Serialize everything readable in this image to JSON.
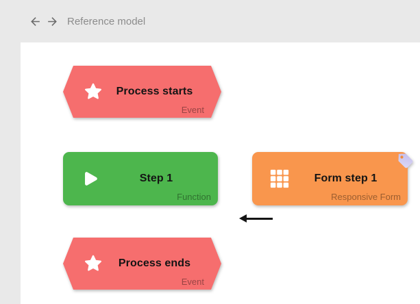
{
  "header": {
    "title": "Reference model"
  },
  "canvas": {
    "nodes": [
      {
        "id": "process-starts",
        "label": "Process starts",
        "type_label": "Event",
        "shape": "hexagon",
        "icon": "star-icon",
        "fill": "#f66e6e"
      },
      {
        "id": "step-1",
        "label": "Step 1",
        "type_label": "Function",
        "shape": "rounded-rectangle",
        "icon": "play-icon",
        "fill": "#4db64d"
      },
      {
        "id": "form-step-1",
        "label": "Form step 1",
        "type_label": "Responsive Form",
        "shape": "rounded-rectangle",
        "icon": "grid-icon",
        "badge": "tag-icon",
        "fill": "#f9964d"
      },
      {
        "id": "process-ends",
        "label": "Process ends",
        "type_label": "Event",
        "shape": "hexagon",
        "icon": "star-icon",
        "fill": "#f66e6e"
      }
    ],
    "connections": [
      {
        "from": "process-starts",
        "to": "step-1",
        "direction": "down"
      },
      {
        "from": "step-1",
        "to": "process-ends",
        "direction": "down"
      },
      {
        "from": "form-step-1",
        "to": "step-1",
        "direction": "left"
      }
    ]
  },
  "colors": {
    "background": "#e9e9e9",
    "canvas": "#ffffff",
    "event_red": "#f66e6e",
    "function_green": "#4db64d",
    "form_orange": "#f9964d",
    "connector": "#141414",
    "tag_lavender": "#c9c3ee",
    "header_text": "#8c8c8c",
    "nav_icon": "#6b6b6b",
    "type_label": "rgba(0,0,0,0.38)"
  }
}
